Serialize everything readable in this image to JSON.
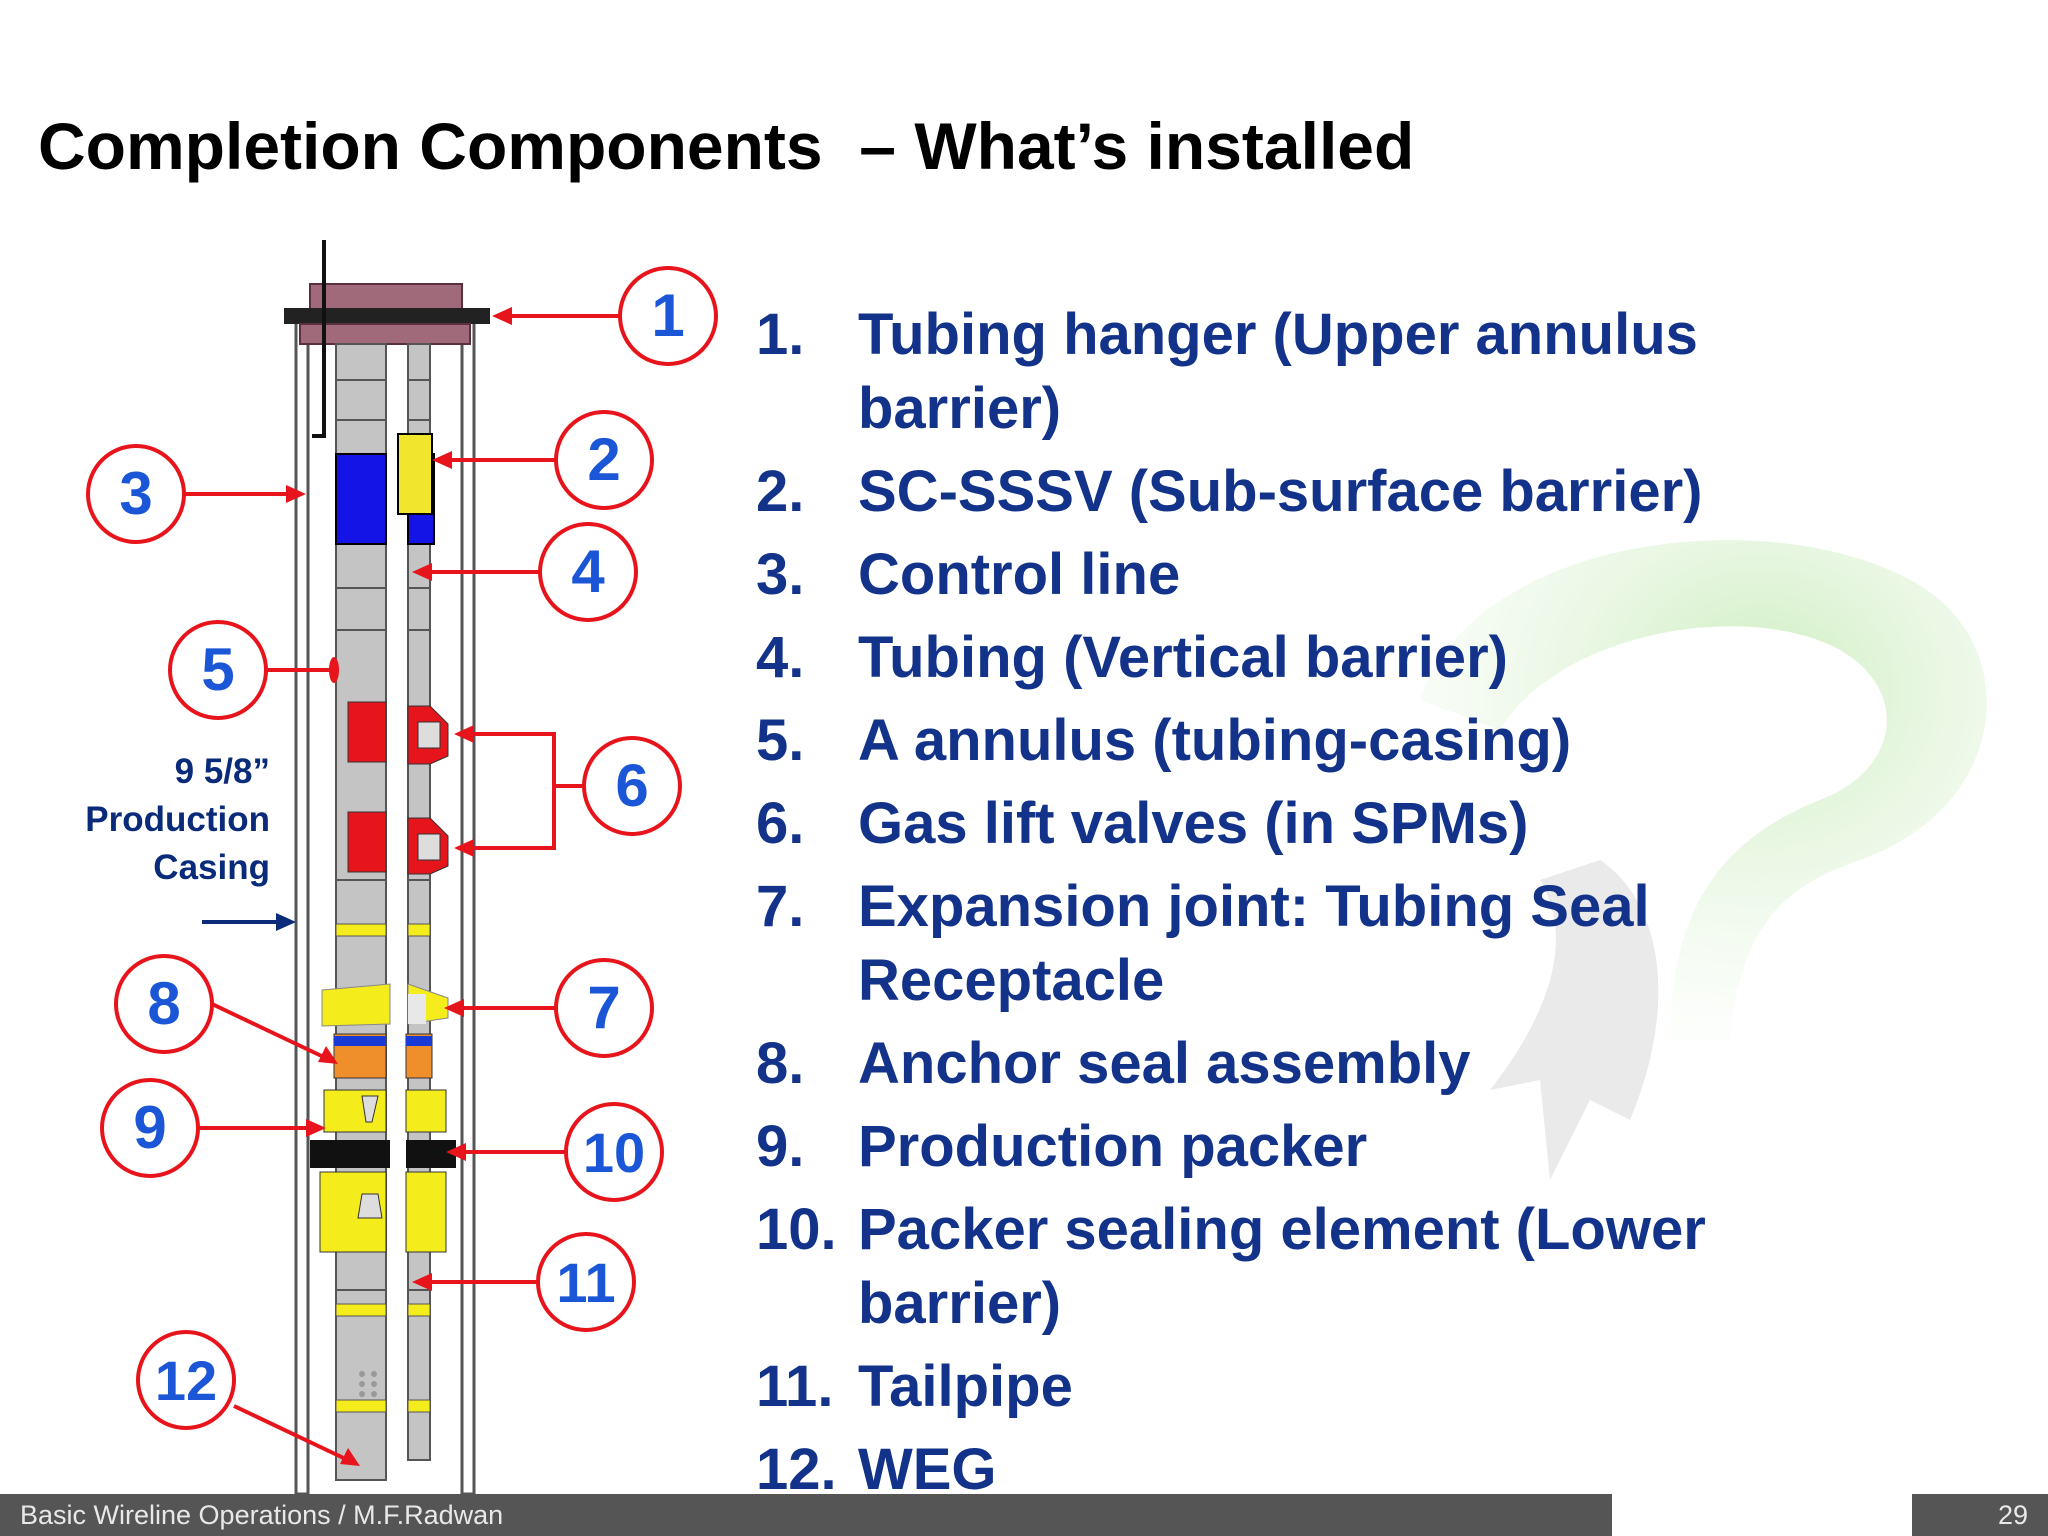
{
  "slide": {
    "title": "Completion Components  – What’s installed",
    "casing_label": [
      "9 5/8”",
      "Production",
      "Casing"
    ],
    "callouts": [
      "1",
      "2",
      "3",
      "4",
      "5",
      "6",
      "7",
      "8",
      "9",
      "10",
      "11",
      "12"
    ],
    "items": [
      {
        "num": "1.",
        "text": "Tubing hanger (Upper annulus barrier)"
      },
      {
        "num": "2.",
        "text": "SC-SSSV (Sub-surface barrier)"
      },
      {
        "num": "3.",
        "text": "Control line"
      },
      {
        "num": "4.",
        "text": "Tubing (Vertical barrier)"
      },
      {
        "num": "5.",
        "text": "A annulus (tubing-casing)"
      },
      {
        "num": "6.",
        "text": "Gas lift valves (in SPMs)"
      },
      {
        "num": "7.",
        "text": "Expansion joint: Tubing Seal Receptacle"
      },
      {
        "num": "8.",
        "text": "Anchor seal assembly"
      },
      {
        "num": "9.",
        "text": "Production packer"
      },
      {
        "num": "10.",
        "text": "Packer sealing element (Lower barrier)"
      },
      {
        "num": "11.",
        "text": "Tailpipe"
      },
      {
        "num": "12.",
        "text": "WEG"
      }
    ]
  },
  "footer": {
    "course": "Basic Wireline Operations / M.F.Radwan",
    "page_number": "29"
  },
  "colors": {
    "list_text": "#13338a",
    "callout_red": "#e8141b",
    "callout_number": "#1a56d6",
    "footer_bg": "#555555"
  }
}
